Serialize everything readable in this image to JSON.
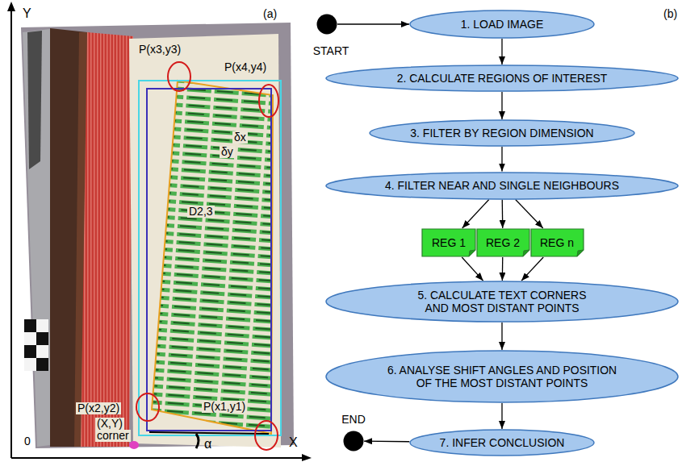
{
  "diagram": {
    "nodes": [
      {
        "text": [
          "START"
        ]
      },
      {
        "text": [
          "1. LOAD IMAGE"
        ]
      },
      {
        "text": [
          "2. CALCULATE REGIONS OF INTEREST"
        ]
      },
      {
        "text": [
          "3. FILTER BY REGION DIMENSION"
        ]
      },
      {
        "text": [
          "4. FILTER NEAR AND SINGLE NEIGHBOURS"
        ]
      },
      {
        "text": [
          "REG 1"
        ]
      },
      {
        "text": [
          "REG 2"
        ]
      },
      {
        "text": [
          "REG n"
        ]
      },
      {
        "text": [
          "5. CALCULATE TEXT CORNERS AND MOST DISTANT POINTS"
        ]
      },
      {
        "text": [
          "6. ANALYSE SHIFT ANGLES AND POSITION OF THE MOST DISTANT POINTS"
        ]
      },
      {
        "text": [
          "7. INFER CONCLUSION"
        ]
      },
      {
        "text": [
          "END"
        ]
      }
    ],
    "edges": [
      {
        "from": 0,
        "to": 1,
        "arrow": "to"
      },
      {
        "from": 1,
        "to": 2,
        "arrow": "to"
      },
      {
        "from": 2,
        "to": 3,
        "arrow": "to"
      },
      {
        "from": 3,
        "to": 4,
        "arrow": "to"
      },
      {
        "from": 4,
        "to": 5,
        "arrow": "to"
      },
      {
        "from": 4,
        "to": 6,
        "arrow": "to"
      },
      {
        "from": 4,
        "to": 7,
        "arrow": "to"
      },
      {
        "from": 5,
        "to": 8,
        "arrow": "to"
      },
      {
        "from": 6,
        "to": 8,
        "arrow": "to"
      },
      {
        "from": 7,
        "to": 8,
        "arrow": "to"
      },
      {
        "from": 8,
        "to": 9,
        "arrow": "to"
      },
      {
        "from": 9,
        "to": 10,
        "arrow": "to"
      },
      {
        "from": 10,
        "to": 11,
        "arrow": "to"
      }
    ],
    "labels": [
      "Y",
      "(a)",
      "P(x3,y3)",
      "P(x4,y4)",
      "δx",
      "δy",
      "D2,3",
      "P(x2,y2)",
      "(X,Y)",
      "corner",
      "P(x1,y1)",
      "α",
      "0",
      "X",
      "(b)"
    ]
  }
}
